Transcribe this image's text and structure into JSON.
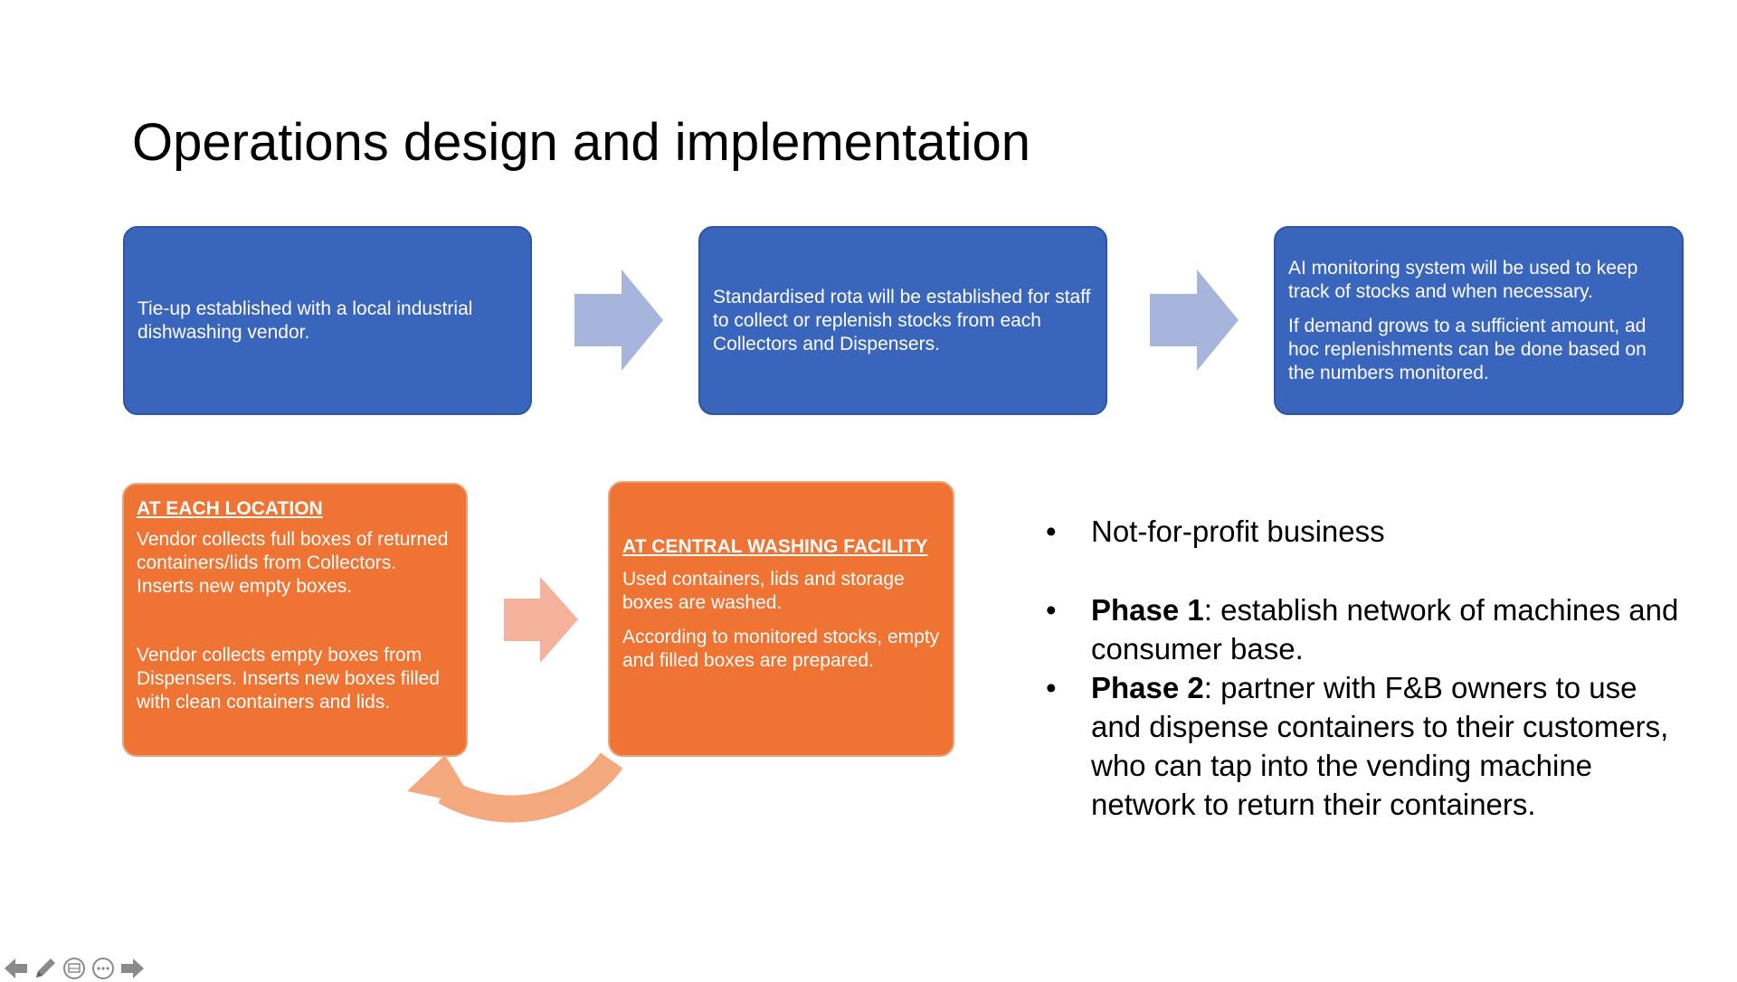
{
  "slide": {
    "title": "Operations design and implementation",
    "colors": {
      "blue_box": "#3a65bd",
      "orange_box": "#ef7433",
      "blue_arrow": "#a7b4dc",
      "salmon_arrow": "#f4b19b",
      "cycle_arrow": "#f4a87e"
    },
    "top_flow": [
      {
        "paragraphs": [
          "Tie-up established with a local industrial dishwashing vendor."
        ]
      },
      {
        "paragraphs": [
          "Standardised rota will be established for staff to collect or replenish stocks from each Collectors and Dispensers."
        ]
      },
      {
        "paragraphs": [
          "AI monitoring system will be used to keep track of stocks and when necessary.",
          "If demand grows to a sufficient amount, ad hoc replenishments can be done based on the numbers monitored."
        ]
      }
    ],
    "location_box": {
      "heading": "AT EACH LOCATION",
      "p1": "Vendor collects full boxes of returned containers/lids from Collectors. Inserts new empty boxes.",
      "p2": "Vendor collects empty boxes from Dispensers. Inserts new boxes filled with clean containers and lids."
    },
    "facility_box": {
      "heading": "AT CENTRAL WASHING FACILITY",
      "p1": "Used containers, lids and storage boxes are washed.",
      "p2": "According to monitored stocks, empty and filled boxes are prepared."
    },
    "bullets": {
      "b1": "Not-for-profit business",
      "b2_bold": "Phase 1",
      "b2_rest": ": establish network of machines and consumer base.",
      "b3_bold": "Phase 2",
      "b3_rest": ": partner with F&B owners to use and dispense containers to their customers, who can tap into the vending machine network to return their containers."
    },
    "toolbar_icons": [
      "arrow-left-icon",
      "pen-icon",
      "slides-grid-icon",
      "more-options-icon",
      "arrow-right-icon"
    ]
  }
}
